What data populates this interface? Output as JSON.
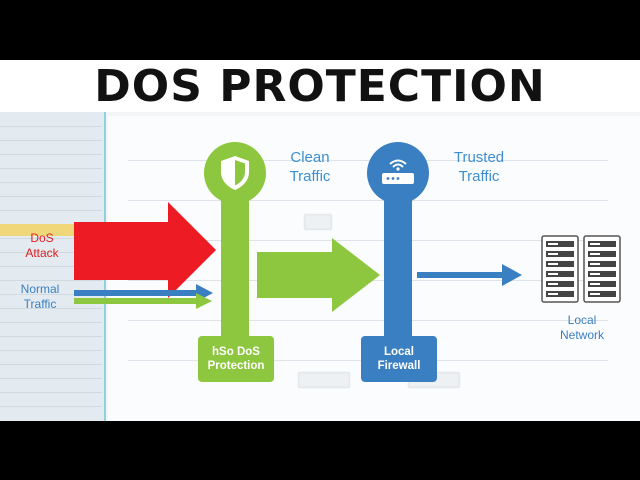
{
  "title": "DOS PROTECTION",
  "diagram": {
    "label_clean": "Clean\nTraffic",
    "label_trusted": "Trusted\nTraffic",
    "label_dos": "DoS\nAttack",
    "label_normal": "Normal\nTraffic",
    "node_protection": "hSo DoS\nProtection",
    "node_firewall": "Local\nFirewall",
    "node_network": "Local\nNetwork"
  },
  "colors": {
    "green": "#8dc63f",
    "blue": "#3a7fc1",
    "red": "#ed1c24",
    "label_blue": "#3d8fd1"
  },
  "icons": {
    "protection": "shield-icon",
    "firewall": "router-icon",
    "network": "server-rack-icon"
  }
}
